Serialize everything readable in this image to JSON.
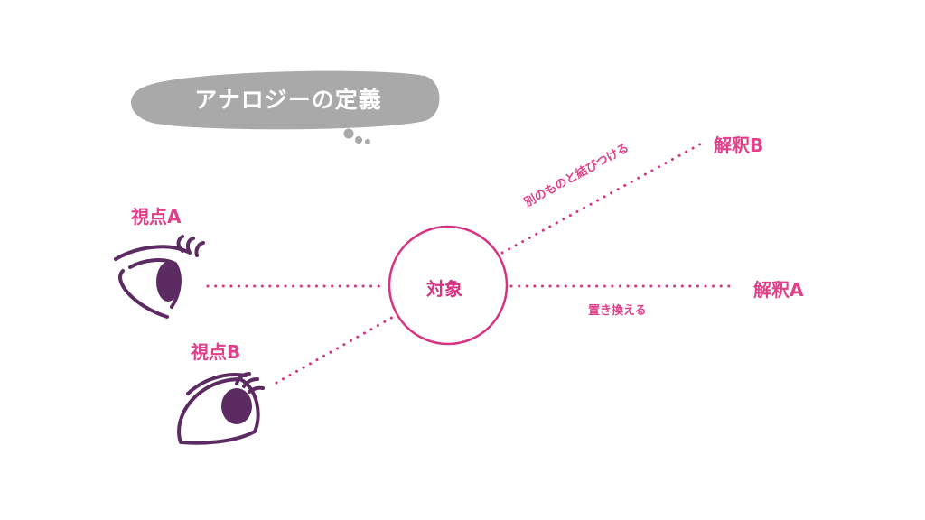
{
  "title": "アナロジーの定義",
  "viewpoint_a": "視点A",
  "viewpoint_b": "視点B",
  "object": "対象",
  "interpretation_a": "解釈A",
  "interpretation_b": "解釈B",
  "relation_replace": "置き換える",
  "relation_connect": "別のものと結びつける",
  "colors": {
    "accent": "#d63384",
    "eye": "#5b2b62",
    "bubble": "#a9a9a9",
    "label": "#e0408a"
  }
}
